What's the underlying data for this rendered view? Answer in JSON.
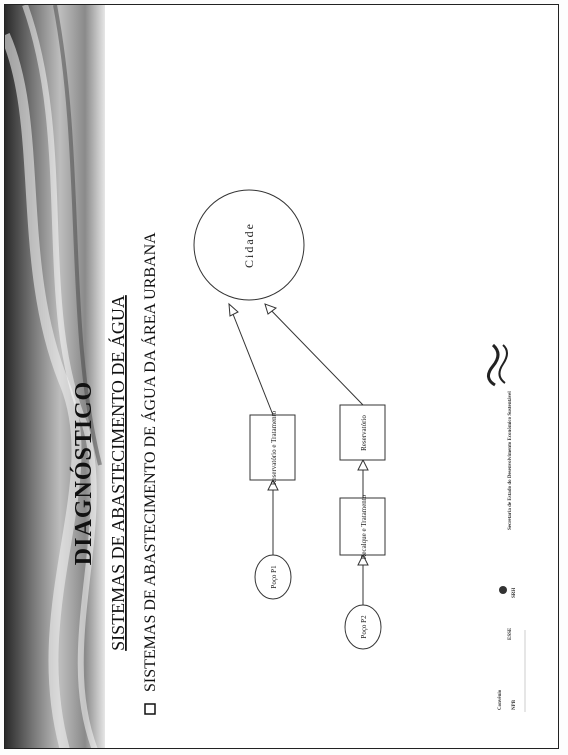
{
  "slide": {
    "title": "DIAGNÓSTICO",
    "heading": "SISTEMAS DE ABASTECIMENTO DE ÁGUA",
    "subheading": "SISTEMAS DE ABASTECIMENTO DE ÁGUA DA ÁREA URBANA",
    "bullet_icon": "checkbox-bullet-icon"
  },
  "diagram": {
    "nodes": {
      "poco_p1": "Poço P1",
      "poco_p2": "Poço P2",
      "reservatorio_tratamento": "Reservatório e Tratamento",
      "recalque_tratamento": "Recalque e Tratamento",
      "reservatorio": "Reservatório",
      "cidade": "Cidade"
    }
  },
  "footer": {
    "logos": {
      "sign_label": "Convênio",
      "npb": "NPB",
      "esse": "ESSE",
      "srh": "SRH",
      "secretaria": "Secretaria de Estado do Desenvolvimento Econômico Sustentável"
    }
  }
}
